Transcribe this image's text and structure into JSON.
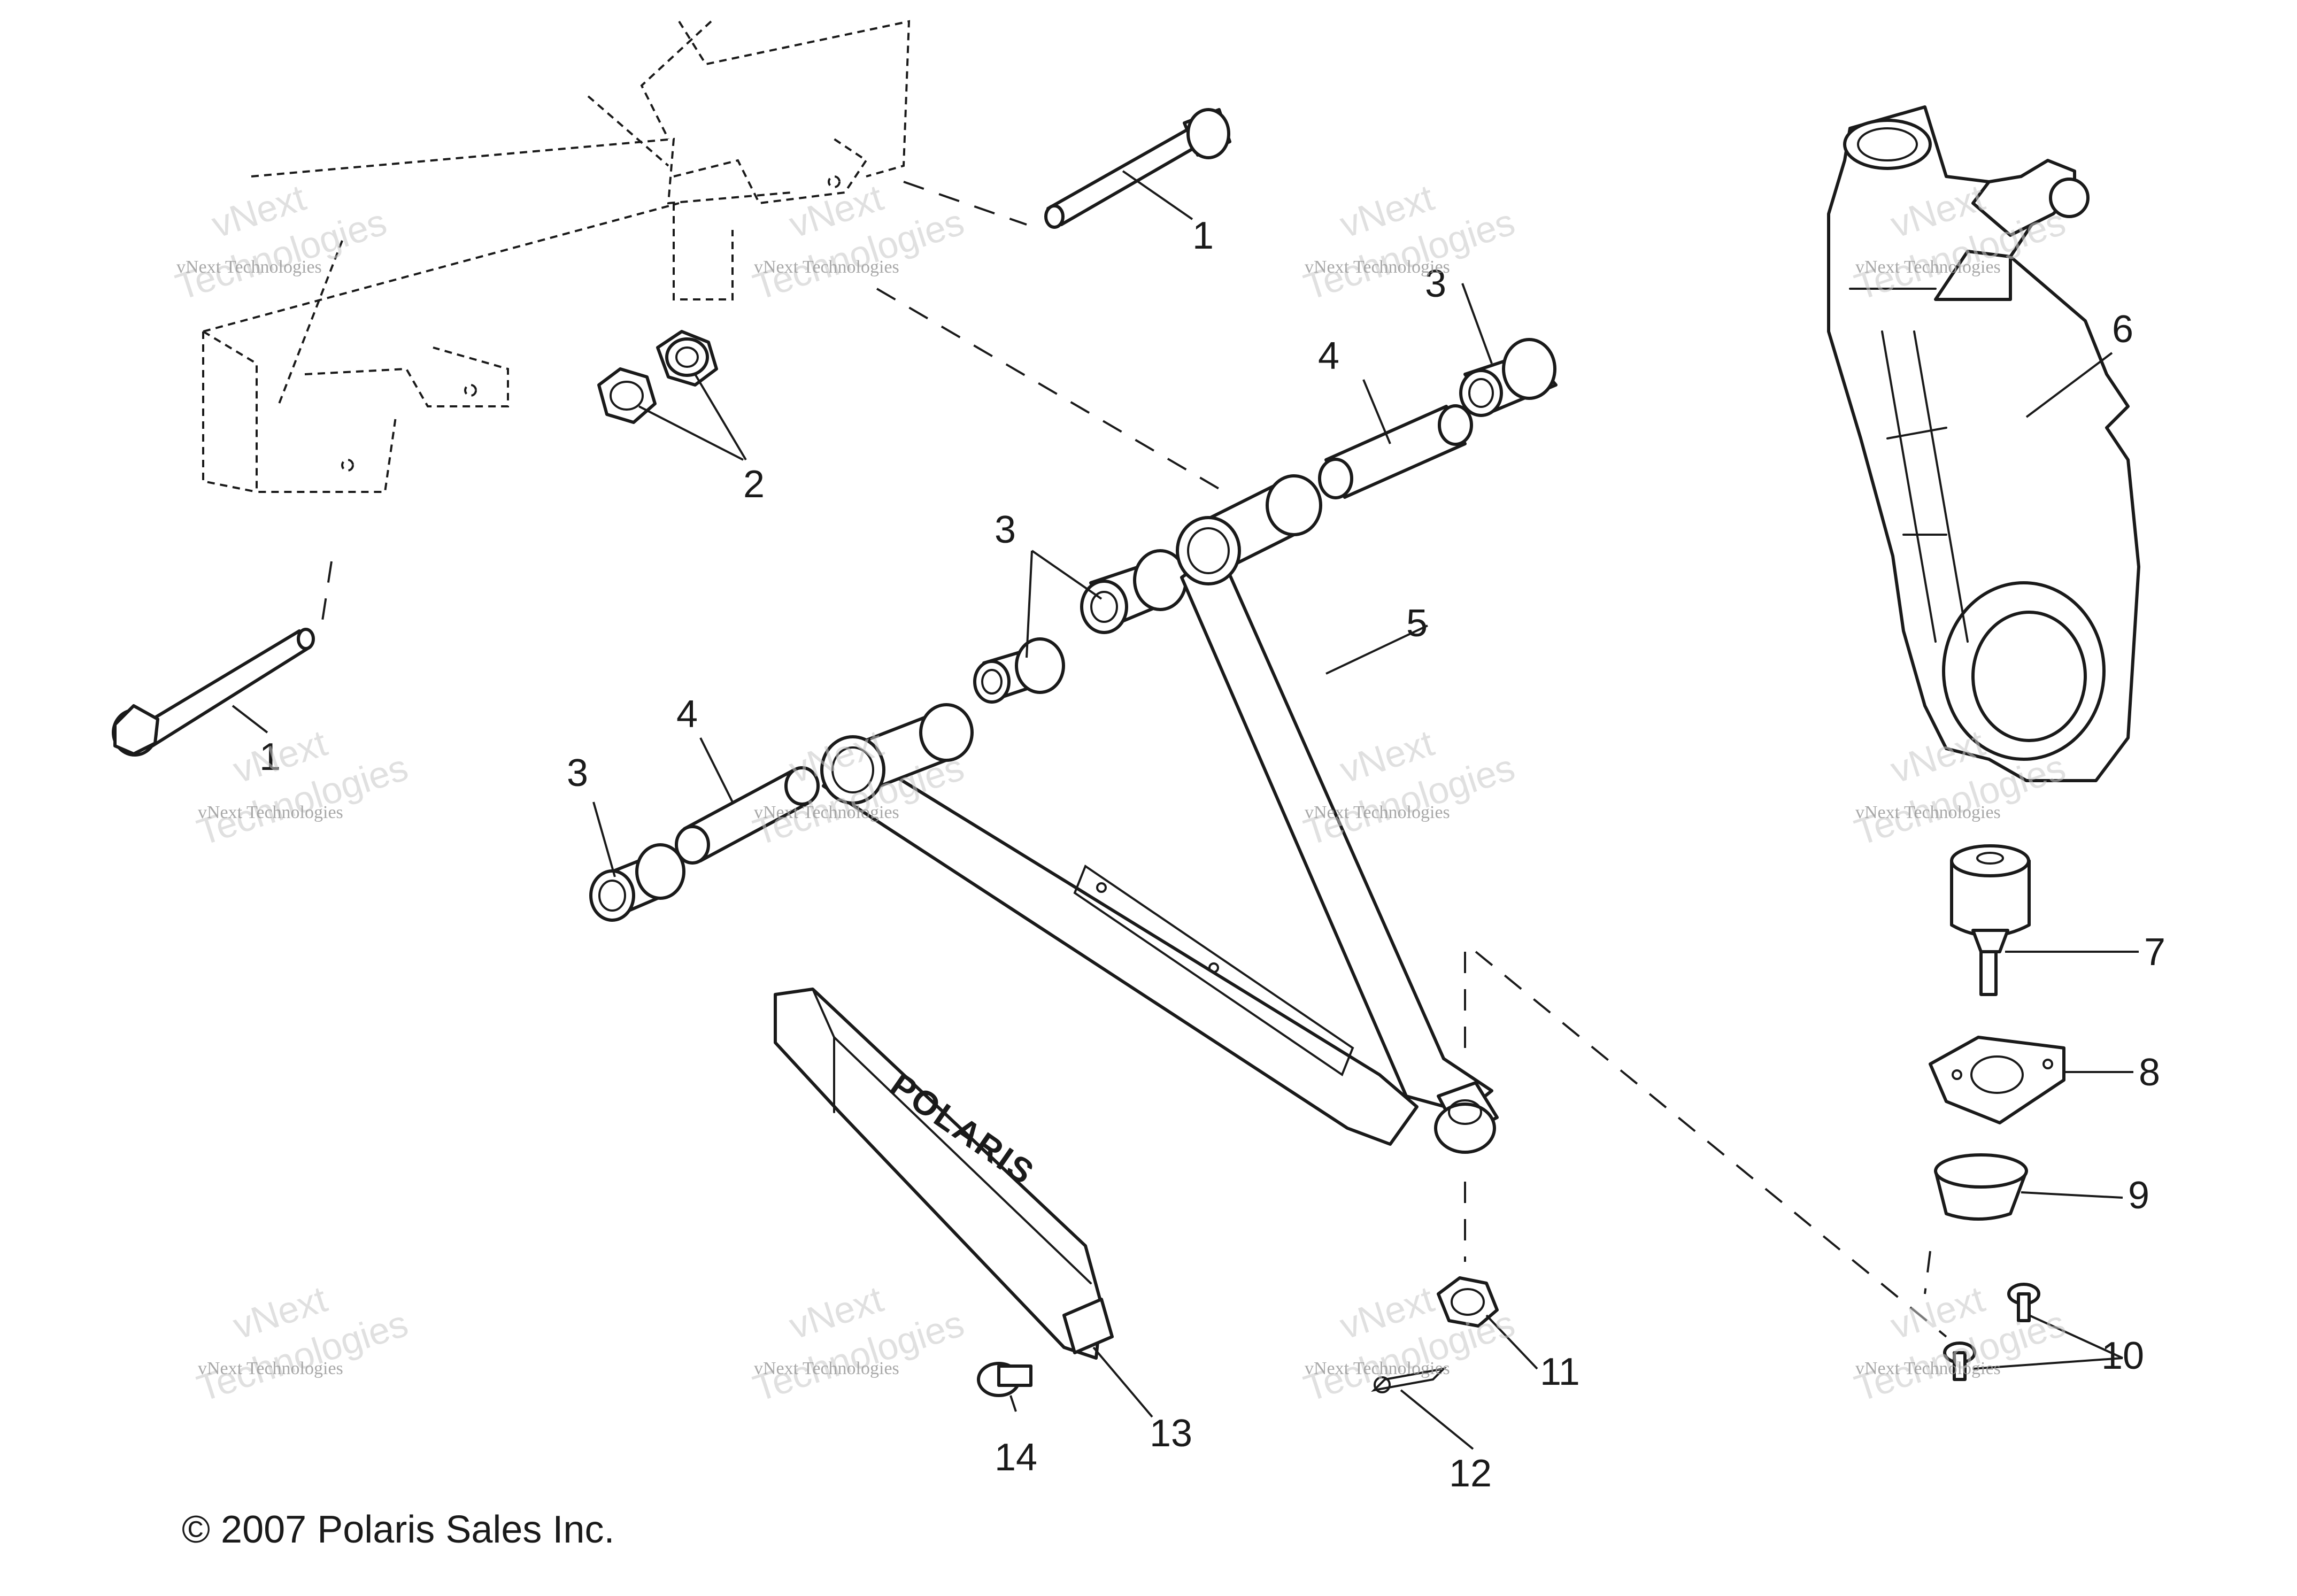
{
  "copyright": "© 2007 Polaris Sales Inc.",
  "watermark": {
    "small": "vNext Technologies",
    "big_top": "vNext",
    "big_bottom": "Technologies"
  },
  "callouts": {
    "c1a": "1",
    "c1b": "1",
    "c2": "2",
    "c3a": "3",
    "c3b": "3",
    "c3c": "3",
    "c4a": "4",
    "c4b": "4",
    "c5": "5",
    "c6": "6",
    "c7": "7",
    "c8": "8",
    "c9": "9",
    "c10": "10",
    "c11": "11",
    "c12": "12",
    "c13": "13",
    "c14": "14"
  },
  "guard_logo_text": "POLARIS",
  "colors": {
    "line": "#1a1a1a",
    "watermark": "#9a9a9a",
    "background": "#ffffff"
  }
}
